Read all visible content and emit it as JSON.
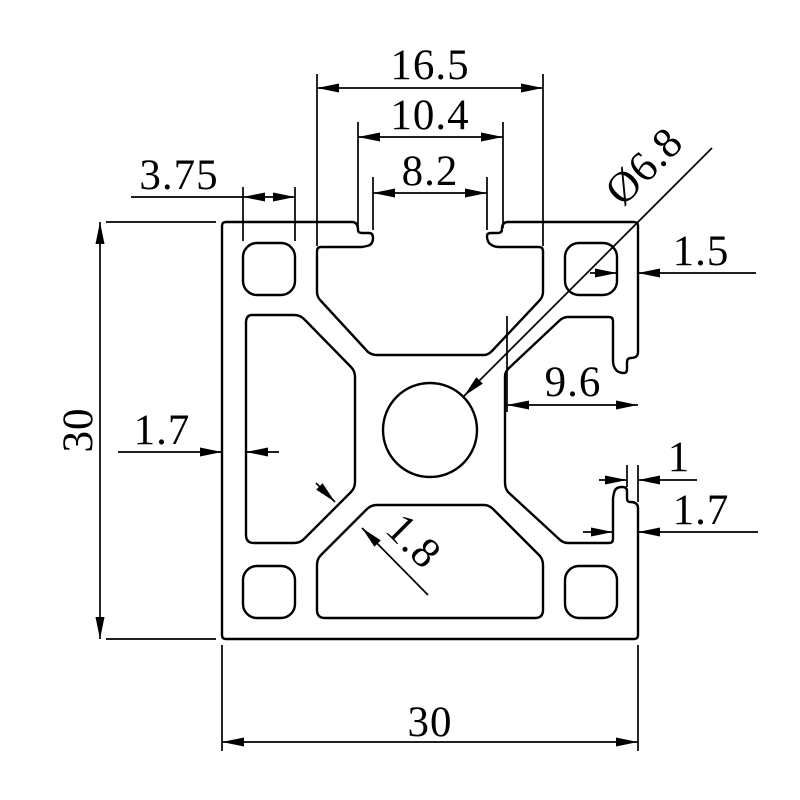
{
  "drawing": {
    "title": "aluminium-extrusion-profile-30x30-cross-section",
    "background_color": "#ffffff",
    "line_color": "#000000",
    "labels": {
      "top_slot_outer_width": "16.5",
      "top_slot_mid_width": "10.4",
      "top_slot_opening": "8.2",
      "corner_hole_width": "3.75",
      "overall_height": "30",
      "left_wall_thickness": "1.7",
      "center_bore_diameter": "Ø6.8",
      "right_wall_thickness": "1.5",
      "right_slot_depth": "9.6",
      "lip_step": "1",
      "lip_wall_thickness": "1.7",
      "web_thickness": "1.8",
      "overall_width": "30"
    }
  }
}
